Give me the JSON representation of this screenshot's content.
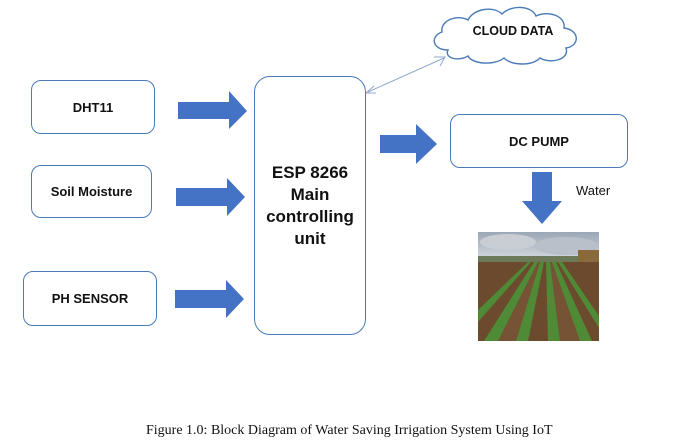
{
  "blocks": {
    "dht11": "DHT11",
    "soil_moisture": "Soil Moisture",
    "ph_sensor": "PH SENSOR",
    "main_unit": "ESP 8266\nMain\ncontrolling\nunit",
    "dc_pump": "DC PUMP",
    "cloud": "CLOUD DATA"
  },
  "labels": {
    "water": "Water"
  },
  "caption": "Figure 1.0: Block Diagram of Water Saving Irrigation System Using IoT",
  "colors": {
    "arrow_fill": "#4472c4",
    "box_border": "#4a7bb7"
  },
  "icons": {
    "field_image": "irrigated-field-photo"
  }
}
